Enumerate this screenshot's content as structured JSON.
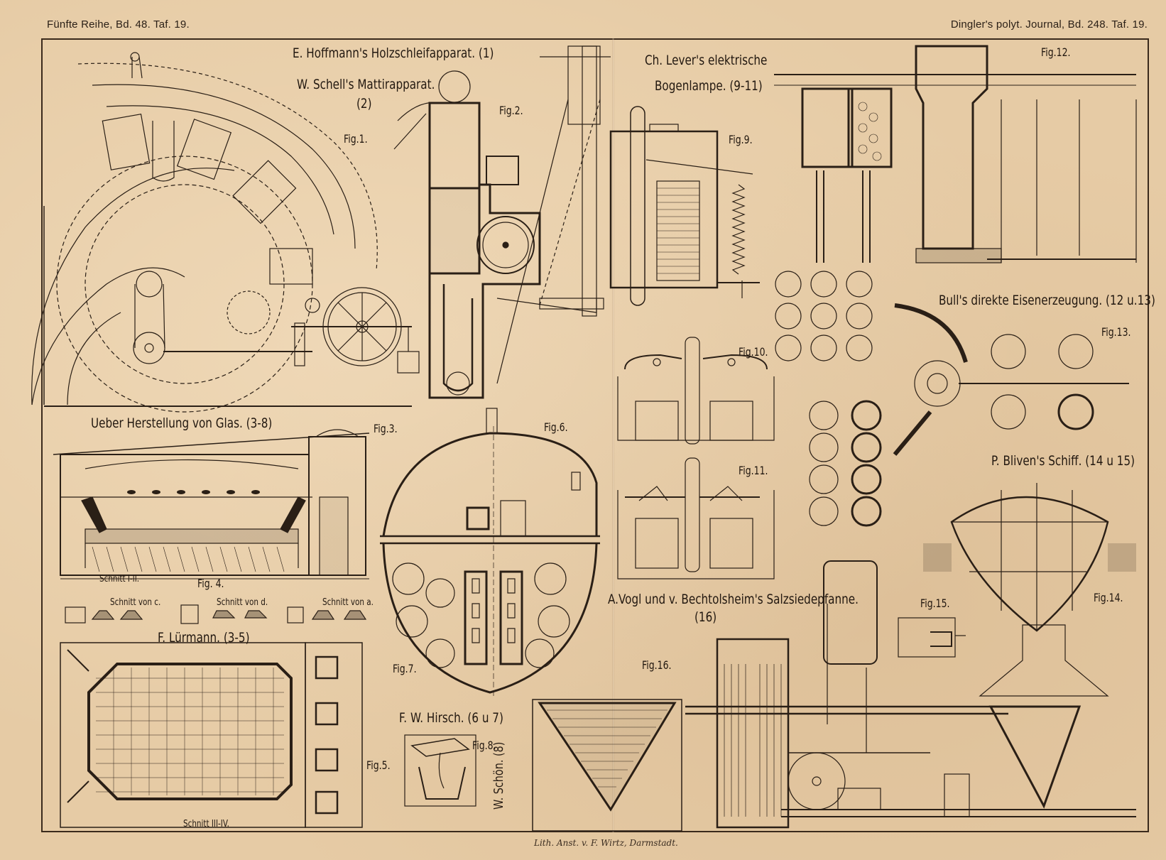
{
  "header": {
    "left": "Fünfte Reihe, Bd. 48. Taf. 19.",
    "right": "Dingler's polyt. Journal, Bd. 248. Taf. 19."
  },
  "titles": {
    "hoffmann": "E. Hoffmann's Holzschleifapparat. (1)",
    "schell_1": "W. Schell's Mattirapparat.",
    "schell_2": "(2)",
    "lever_1": "Ch. Lever's elektrische",
    "lever_2": "Bogenlampe. (9-11)",
    "glas": "Ueber Herstellung von Glas. (3-8)",
    "bull": "Bull's direkte Eisenerzeugung. (12 u.13)",
    "bliven": "P. Bliven's Schiff. (14 u 15)",
    "luermann": "F. Lürmann. (3-5)",
    "vogl_1": "A.Vogl und v. Bechtolsheim's Salzsiedepfanne.",
    "vogl_2": "(16)",
    "hirsch": "F. W. Hirsch. (6 u 7)",
    "schoen": "W. Schön. (8)"
  },
  "figures": {
    "fig1": "Fig.1.",
    "fig2": "Fig.2.",
    "fig3": "Fig.3.",
    "fig4": "Fig. 4.",
    "fig5": "Fig.5.",
    "fig6": "Fig.6.",
    "fig7": "Fig.7.",
    "fig8": "Fig.8.",
    "fig9": "Fig.9.",
    "fig10": "Fig.10.",
    "fig11": "Fig.11.",
    "fig12": "Fig.12.",
    "fig13": "Fig.13.",
    "fig14": "Fig.14.",
    "fig15": "Fig.15.",
    "fig16": "Fig.16."
  },
  "sections": {
    "schnitt_1_2": "Schnitt I-II.",
    "schnitt_3_4": "Schnitt III-IV.",
    "schnitt_c": "Schnitt von c.",
    "schnitt_d": "Schnitt von d.",
    "schnitt_a": "Schnitt von a."
  },
  "footer": "Lith. Anst. v. F. Wirtz, Darmstadt.",
  "colors": {
    "paper": "#e6cba5",
    "ink": "#2a1f16"
  }
}
